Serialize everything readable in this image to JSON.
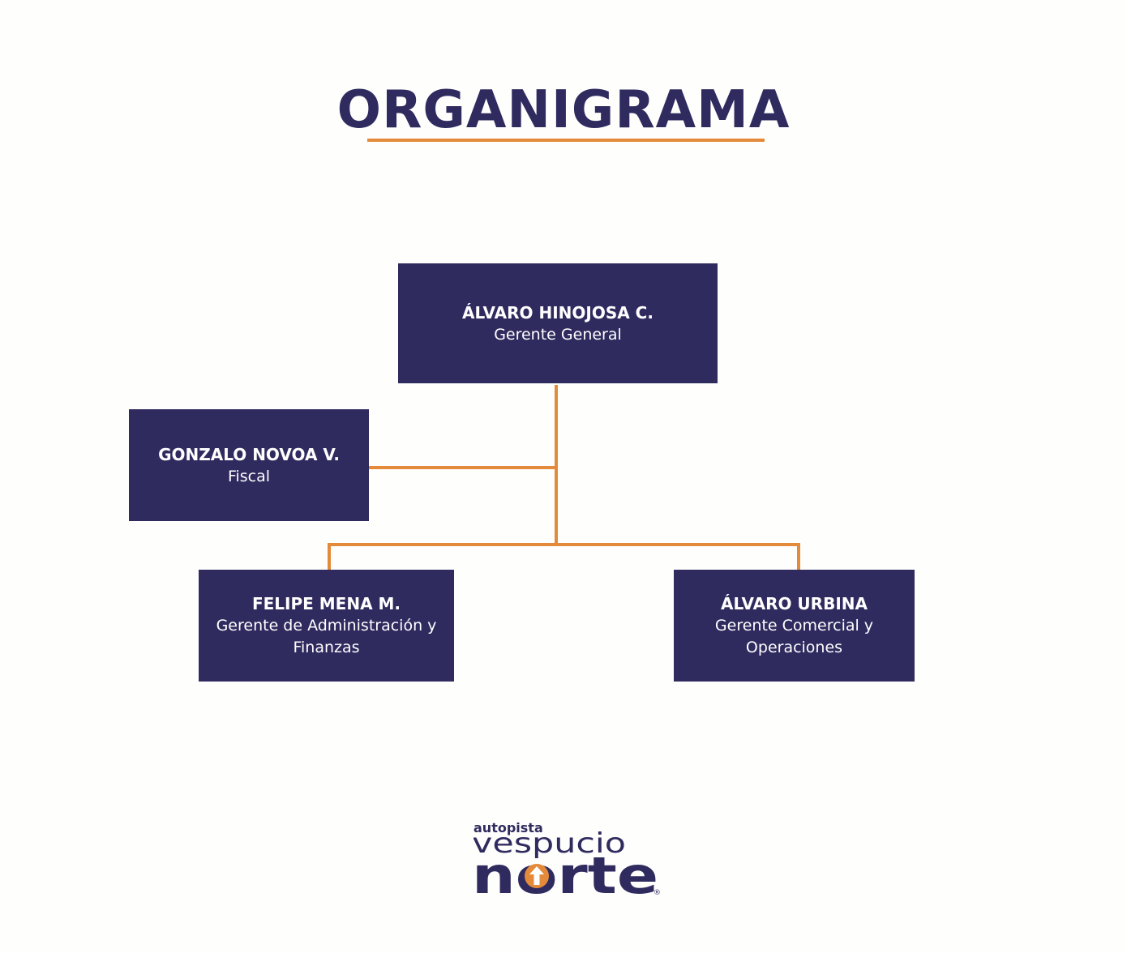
{
  "title": "ORGANIGRAMA",
  "colors": {
    "box": "#302b5f",
    "accent": "#e38b3a",
    "title": "#302b5f"
  },
  "nodes": {
    "general_manager": {
      "name": "ÁLVARO HINOJOSA C.",
      "role": "Gerente General"
    },
    "fiscal": {
      "name": "GONZALO NOVOA V.",
      "role": "Fiscal"
    },
    "finance": {
      "name": "FELIPE MENA M.",
      "role": "Gerente de Administración y Finanzas"
    },
    "commercial": {
      "name": "ÁLVARO URBINA",
      "role": "Gerente Comercial y Operaciones"
    }
  },
  "logo": {
    "line1": "autopista",
    "line2": "vespucio",
    "line3": "norte",
    "mark": "®"
  }
}
